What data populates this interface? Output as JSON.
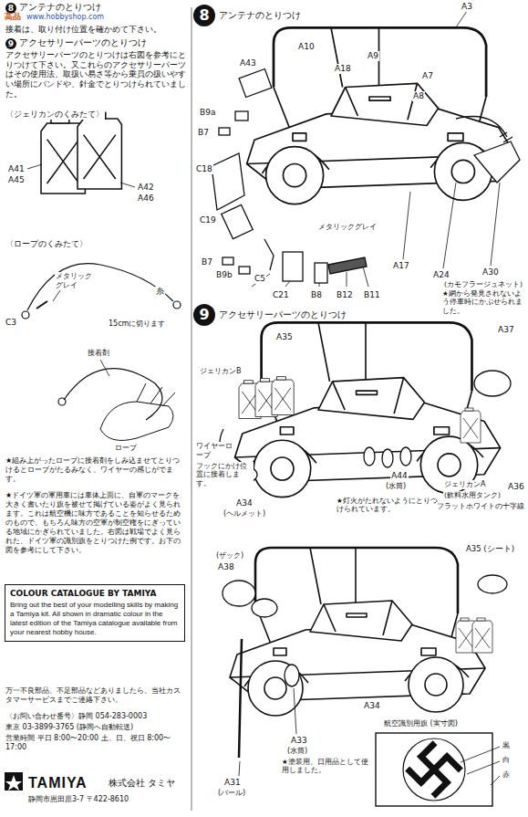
{
  "diagram": {
    "nodes": [
      {
        "text": [
          "8",
          "アンテナのとりつけ"
        ]
      },
      {
        "text": [
          "9",
          "アクセサリーパーツのとりつけ"
        ]
      },
      {
        "text": [
          "COLOUR CATALOGUE BY TAMIYA",
          "Bring out the best of your modelling skills by making a Tamiya kit. All shown in dramatic colour in the latest edition of the Tamiya catalogue available from your nearest hobby house."
        ]
      }
    ],
    "labels": [
      "アンテナのとりつけ",
      "8",
      "接着は、取り付け位置を確かめて下さい。",
      "高品",
      "www.hobbyshop.com",
      "9",
      "アクセサリーパーツのとりつけ",
      "アクセサリーパーツのとりつけは右図を参考にとりつけて下さい。又これらのアクセサリーパーツはその使用法、取扱い易さ等から乗員の扱いやすい場所にバンドや、針金でとりつけられていました。",
      "〈ジェリカンのくみたて〉",
      "A41",
      "A45",
      "A42",
      "A46",
      "〈ロープのくみたて〉",
      "メタリックグレイ",
      "C3",
      "糸",
      "15cmに切ります",
      "接着剤",
      "ロープ",
      "★組み上がったロープに接着剤をしみ込ませてとりつけるとロープがたるみなく、ワイヤーの感じがでます。",
      "★ドイツ軍の軍用車には車体上面に、自軍のマークを大きく書いたり旗を被せて掲げている姿がよく見られます。これは航空機に味方であることを知らせるためのもので、もちろん味方の空軍が制空権をにぎっている地域にかぎられていました。右図は戦場でよく見られた、ドイツ軍の識別旗をとりつけた例です。お下の図を参考にして下さい。",
      "万一不良部品、不足部品などありましたら、当社カスタマーサービスまでご連絡下さい。",
      "〈お問い合わせ番号〉静岡 054-283-0003",
      "東京 03-3899-3765 (静岡へ自動転送)",
      "営業時間 平日 8:00〜20:00 土、日、祝日 8:00〜17:00",
      "TAMIYA",
      "株式会社 タミヤ",
      "静岡市恩田原3-7 〒422-8610",
      "A3",
      "A10",
      "A9",
      "A18",
      "A7",
      "A43",
      "A8",
      "B9a",
      "B7",
      "C18",
      "C19",
      "B7",
      "B9b",
      "C5",
      "メタリックグレイ",
      "C21",
      "B8",
      "B12",
      "B11",
      "A17",
      "A24",
      "A30",
      "(カモフラージュネット)",
      "★網から発見されないよう停車時にかぶせられました。",
      "A37",
      "A35",
      "ジェリカンB",
      "ワイヤーロープ",
      "フックにかけ位置に接着します。",
      "A34",
      "(ヘルメット)",
      "A44",
      "(水筒)",
      "★灯火がたれないようにとりつけられています。",
      "ジェリカンA",
      "(飲料水用タンク)",
      "フラットホワイトの十字線",
      "A36",
      "A35 (シート)",
      "(ザック)",
      "A38",
      "A34",
      "A33",
      "(水筒)",
      "★塗装用、日用品として使用しました。",
      "A31",
      "(バール)",
      "航空識別用旗 (実寸図)",
      "黒",
      "白",
      "赤"
    ]
  }
}
